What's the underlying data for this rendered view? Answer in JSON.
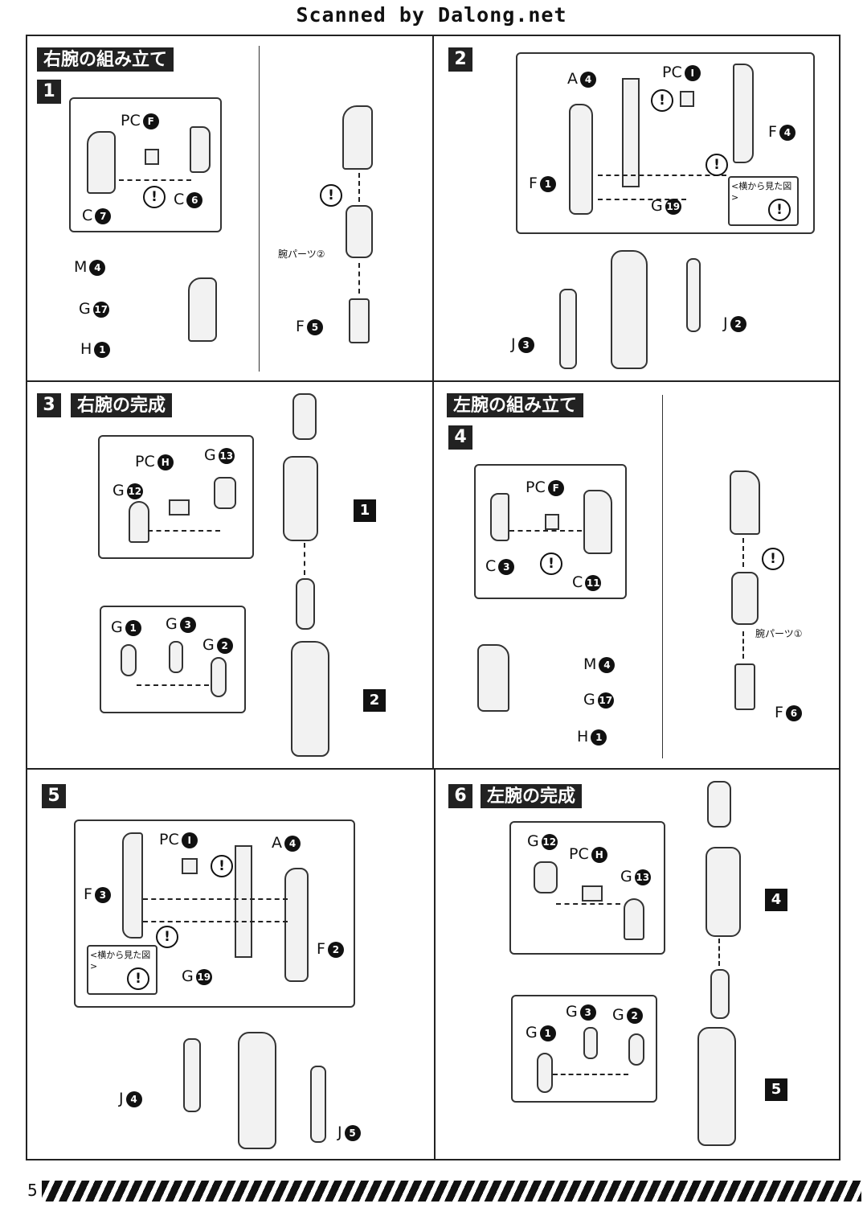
{
  "header": "Scanned by Dalong.net",
  "page_number": "5",
  "sections": {
    "right_arm_assembly": "右腕の組み立て",
    "right_arm_complete": "右腕の完成",
    "left_arm_assembly": "左腕の組み立て",
    "left_arm_complete": "左腕の完成"
  },
  "steps": [
    "1",
    "2",
    "3",
    "4",
    "5",
    "6"
  ],
  "side_view_label": "<横から見た図>",
  "arm_parts_2": "腕パーツ②",
  "arm_parts_1": "腕パーツ①",
  "step1": {
    "pc_f": "PC",
    "c6": "C",
    "c7": "C",
    "m4": "M",
    "g17": "G",
    "h1": "H",
    "f5": "F"
  },
  "numbers": {
    "F": "F",
    "6": "6",
    "7": "7",
    "4": "4",
    "17": "17",
    "1": "1",
    "5": "5",
    "I": "I",
    "19": "19",
    "2": "2",
    "3": "3",
    "H": "H",
    "13": "13",
    "12": "12",
    "11": "11"
  },
  "callouts": {
    "one": "1",
    "two": "2",
    "four": "4",
    "five": "5"
  },
  "warn": "!"
}
